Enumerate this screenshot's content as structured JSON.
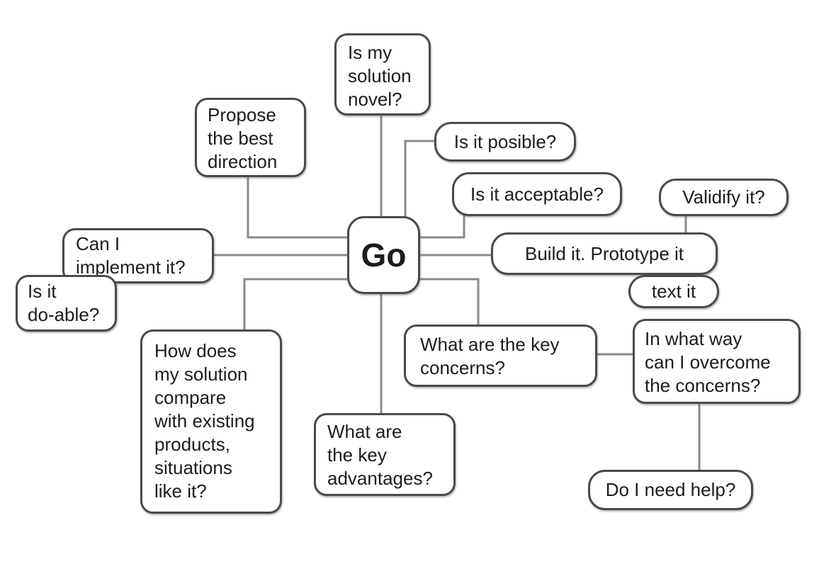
{
  "colors": {
    "background": "#ffffff",
    "box_border": "#4a4a4a",
    "connector_line": "#8a8a8a",
    "text": "#1c1c1c"
  },
  "nodes": {
    "go": {
      "label": "Go"
    },
    "novel": {
      "label": "Is my\nsolution\nnovel?"
    },
    "propose": {
      "label": "Propose\nthe best\ndirection"
    },
    "posible": {
      "label": "Is it posible?"
    },
    "accept": {
      "label": "Is it acceptable?"
    },
    "validify": {
      "label": "Validify it?"
    },
    "build": {
      "label": "Build it. Prototype it"
    },
    "textit": {
      "label": "text it"
    },
    "implement": {
      "label": "Can I\nimplement it?"
    },
    "doable": {
      "label": "Is it\ndo-able?"
    },
    "compare": {
      "label": "How does\nmy solution\ncompare\nwith existing\nproducts,\nsituations\nlike it?"
    },
    "advant": {
      "label": "What are\nthe key\nadvantages?"
    },
    "concerns": {
      "label": "What are the key\nconcerns?"
    },
    "overcome": {
      "label": "In what way\ncan I overcome\nthe concerns?"
    },
    "help": {
      "label": "Do I need help?"
    }
  },
  "edges": [
    {
      "from": "novel",
      "to": "go"
    },
    {
      "from": "propose",
      "to": "go"
    },
    {
      "from": "posible",
      "to": "go"
    },
    {
      "from": "accept",
      "to": "go"
    },
    {
      "from": "implement",
      "to": "go"
    },
    {
      "from": "go",
      "to": "build"
    },
    {
      "from": "validify",
      "to": "build"
    },
    {
      "from": "build",
      "to": "textit"
    },
    {
      "from": "implement",
      "to": "doable"
    },
    {
      "from": "go",
      "to": "compare"
    },
    {
      "from": "go",
      "to": "advant"
    },
    {
      "from": "go",
      "to": "concerns"
    },
    {
      "from": "concerns",
      "to": "overcome"
    },
    {
      "from": "overcome",
      "to": "help"
    }
  ]
}
